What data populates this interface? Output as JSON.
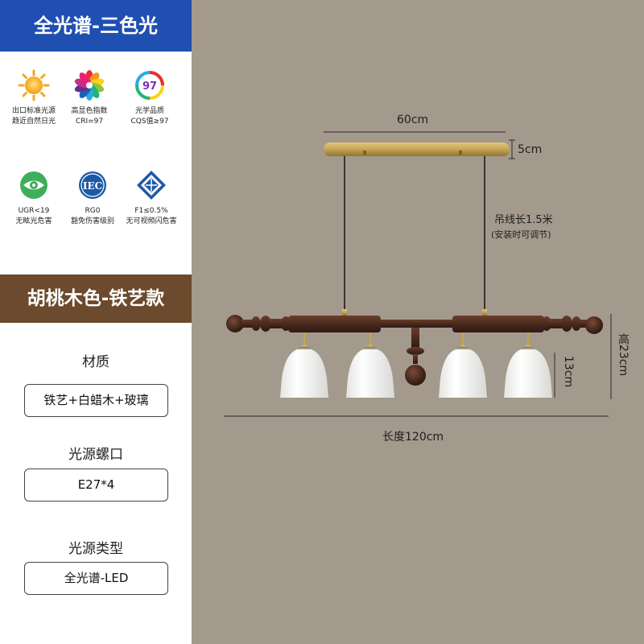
{
  "left": {
    "header_top": "全光谱-三色光",
    "specs": [
      {
        "icon": "sun-icon",
        "line1": "出口标准光源",
        "line2": "趋近自然日光"
      },
      {
        "icon": "color-wheel-icon",
        "line1": "高显色指数",
        "line2": "CRI=97"
      },
      {
        "icon": "cqs-97-icon",
        "icon_text": "97",
        "line1": "光学品质",
        "line2": "CQS值≥97"
      },
      {
        "icon": "eye-icon",
        "line1": "UGR<19",
        "line2": "无眩光危害"
      },
      {
        "icon": "iec-icon",
        "icon_text": "IEC",
        "line1": "RG0",
        "line2": "豁免伤害级别"
      },
      {
        "icon": "flicker-badge-icon",
        "line1": "F1≤0.5%",
        "line2": "无可视频闪危害"
      }
    ],
    "header_mid": "胡桃木色-铁艺款",
    "material_label": "材质",
    "material_value": "铁艺+白蜡木+玻璃",
    "socket_label": "光源螺口",
    "socket_value": "E27*4",
    "light_type_label": "光源类型",
    "light_type_value": "全光谱-LED"
  },
  "product": {
    "canopy_width": "60cm",
    "canopy_height": "5cm",
    "cable_length": "吊线长1.5米",
    "cable_note": "(安装时可调节)",
    "total_height": "高23cm",
    "shade_height": "13cm",
    "total_length": "长度120cm"
  },
  "colors": {
    "blue_header": "#1f4fb0",
    "brown_header": "#6b4a2d",
    "stage_background": "#a39a8d",
    "walnut": "#4a2a1e",
    "brass": "#c6a455"
  }
}
